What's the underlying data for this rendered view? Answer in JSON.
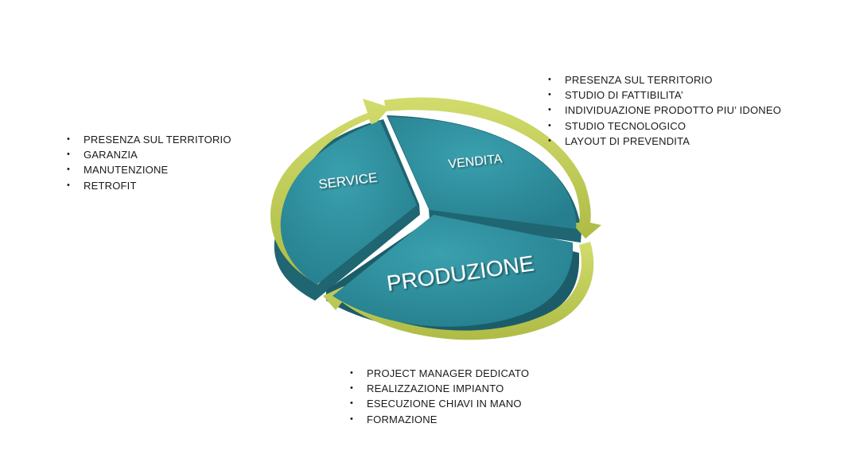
{
  "segments": {
    "service": {
      "label": "SERVICE"
    },
    "vendita": {
      "label": "VENDITA"
    },
    "produzione": {
      "label": "PRODUZIONE"
    }
  },
  "lists": {
    "service": [
      "PRESENZA SUL TERRITORIO",
      "GARANZIA",
      "MANUTENZIONE",
      "RETROFIT"
    ],
    "vendita": [
      "PRESENZA SUL TERRITORIO",
      "STUDIO DI FATTIBILITA’",
      "INDIVIDUAZIONE PRODOTTO PIU’ IDONEO",
      "STUDIO TECNOLOGICO",
      "LAYOUT DI PREVENDITA"
    ],
    "produzione": [
      "PROJECT MANAGER DEDICATO",
      "REALIZZAZIONE IMPIANTO",
      "ESECUZIONE CHIAVI IN MANO",
      "FORMAZIONE"
    ]
  },
  "colors": {
    "segment_top": "#2f8f9e",
    "segment_side": "#1e6472",
    "arrow": "#c3cf5a",
    "label": "#ffffff"
  }
}
